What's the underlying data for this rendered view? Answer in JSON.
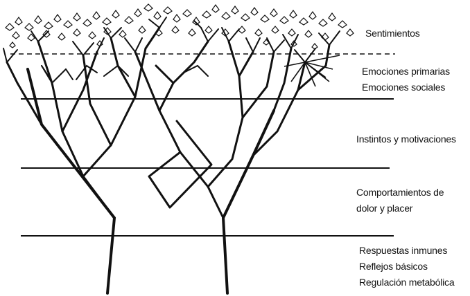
{
  "diagram": {
    "labels": {
      "sentimientos": "Sentimientos",
      "emociones_primarias": "Emociones primarias",
      "emociones_sociales": "Emociones sociales",
      "instintos": "Instintos y motivaciones",
      "comportamientos_1": "Comportamientos de",
      "comportamientos_2": "dolor y placer",
      "respuestas": "Respuestas inmunes",
      "reflejos": "Reflejos básicos",
      "regulacion": "Regulación metabólica"
    },
    "colors": {
      "ink": "#111111",
      "background": "#ffffff"
    }
  }
}
